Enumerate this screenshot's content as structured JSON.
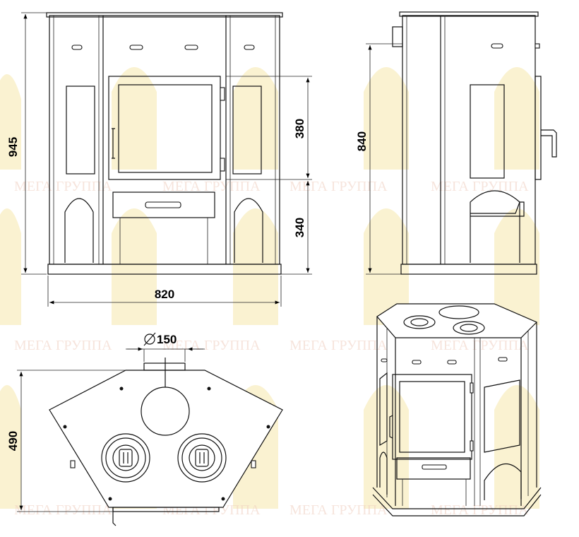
{
  "drawing": {
    "front_view": {
      "height_label": "945",
      "upper_label": "380",
      "lower_label": "340",
      "width_label": "820"
    },
    "side_view": {
      "height_label": "840"
    },
    "top_view": {
      "flue_label": "150",
      "depth_label": "490"
    },
    "watermark": {
      "text": "МЕГА ГРУППА",
      "color": "#f0cfc0",
      "emblem_color": "#f5e39a"
    }
  }
}
